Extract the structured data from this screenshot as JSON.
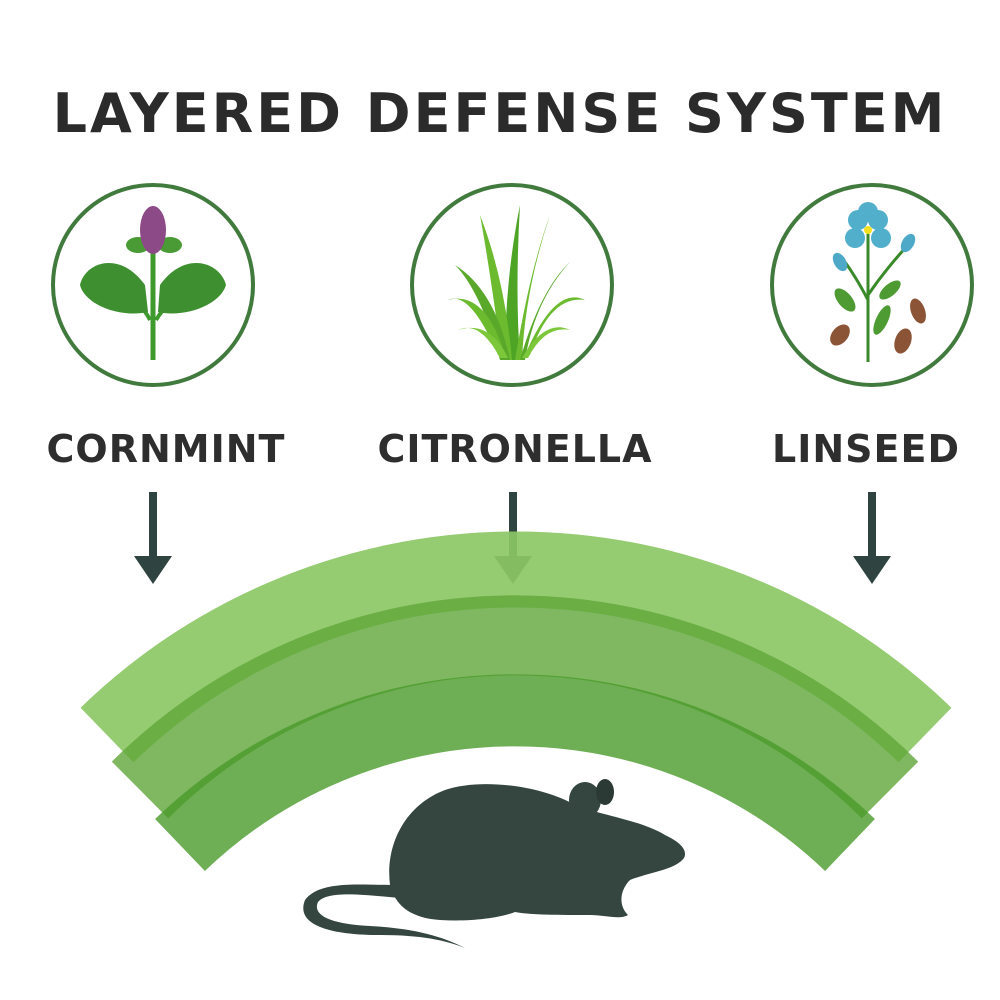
{
  "title": "LAYERED DEFENSE SYSTEM",
  "plants": [
    {
      "label": "CORNMINT",
      "icon": "mint-plant-icon"
    },
    {
      "label": "CITRONELLA",
      "icon": "grass-plant-icon"
    },
    {
      "label": "LINSEED",
      "icon": "flax-flower-icon"
    }
  ],
  "colors": {
    "circle_stroke": "#417a3d",
    "arrow": "#2f4440",
    "layer_outer": "#8cc765",
    "layer_middle": "#62a83e",
    "layer_inner": "#4a9a2a",
    "mouse": "#34463f"
  }
}
